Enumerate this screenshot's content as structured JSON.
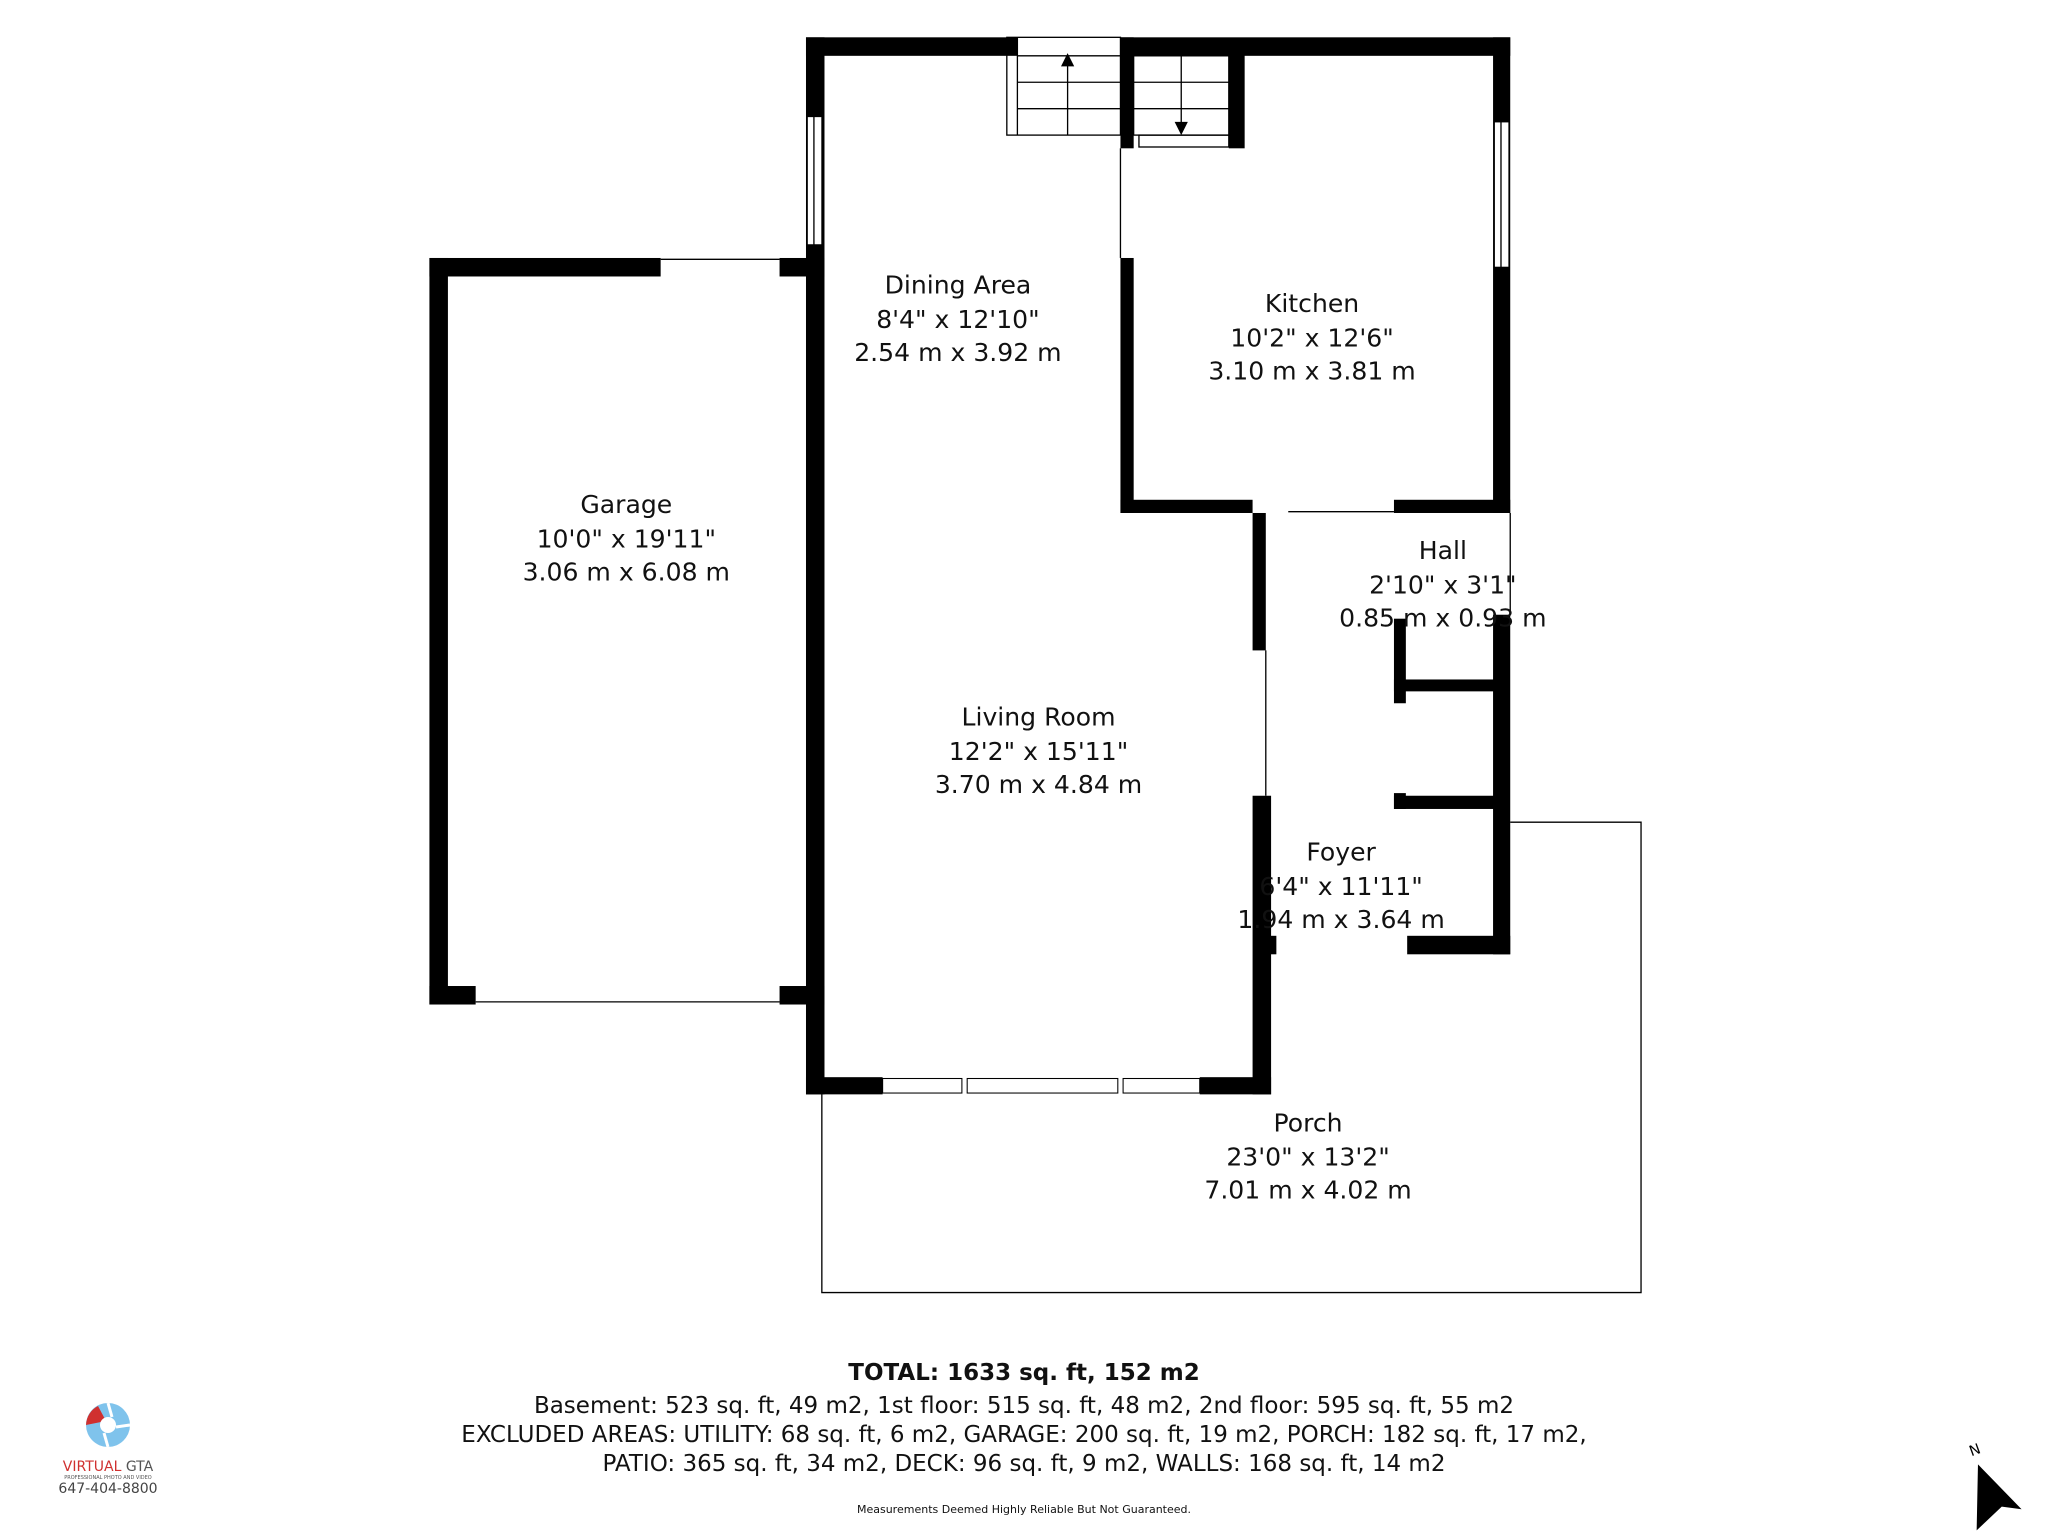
{
  "rooms": [
    {
      "name": "Dining Area",
      "imperial": "8'4\" x 12'10\"",
      "metric": "2.54 m x 3.92 m"
    },
    {
      "name": "Kitchen",
      "imperial": "10'2\" x 12'6\"",
      "metric": "3.10 m x 3.81 m"
    },
    {
      "name": "Garage",
      "imperial": "10'0\" x 19'11\"",
      "metric": "3.06 m x 6.08 m"
    },
    {
      "name": "Hall",
      "imperial": "2'10\" x 3'1\"",
      "metric": "0.85 m x 0.93 m"
    },
    {
      "name": "Living Room",
      "imperial": "12'2\" x 15'11\"",
      "metric": "3.70 m x 4.84 m"
    },
    {
      "name": "Foyer",
      "imperial": "6'4\" x 11'11\"",
      "metric": "1.94 m x 3.64 m"
    },
    {
      "name": "Porch",
      "imperial": "23'0\" x 13'2\"",
      "metric": "7.01 m x 4.02 m"
    }
  ],
  "summary": {
    "total": "TOTAL: 1633 sq. ft, 152 m2",
    "line1": "Basement: 523 sq. ft, 49 m2, 1st floor: 515 sq. ft, 48 m2, 2nd floor: 595 sq. ft, 55 m2",
    "line2": "EXCLUDED AREAS: UTILITY: 68 sq. ft, 6 m2, GARAGE: 200 sq. ft, 19 m2, PORCH: 182 sq. ft, 17 m2,",
    "line3": "PATIO: 365 sq. ft, 34 m2, DECK: 96 sq. ft, 9 m2, WALLS: 168 sq. ft, 14 m2",
    "disclaimer": "Measurements Deemed Highly Reliable But Not Guaranteed."
  },
  "logo": {
    "brand_a": "VIRTUAL",
    "brand_b": " GTA",
    "tagline": "PROFESSIONAL PHOTO AND VIDEO",
    "phone": "647-404-8800",
    "colors": {
      "blue": "#7fc3ec",
      "red": "#d0302f"
    }
  },
  "compass": {
    "label": "N"
  }
}
